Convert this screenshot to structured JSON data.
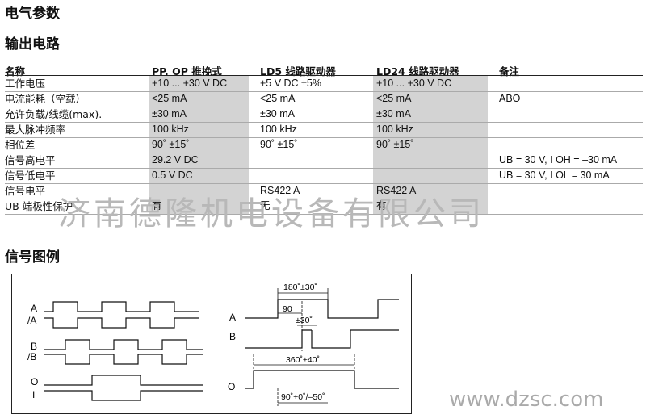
{
  "section_titles": {
    "electrical": "电气参数",
    "output": "输出电路",
    "signal": "信号图例"
  },
  "table": {
    "headers": [
      "名称",
      "PP, OP 推挽式",
      "LD5 线路驱动器",
      "LD24 线路驱动器",
      "备注"
    ],
    "rows": [
      [
        "工作电压",
        "+10 ... +30 V DC",
        "+5 V DC ±5%",
        "+10 ... +30 V DC",
        ""
      ],
      [
        "电流能耗（空载）",
        "<25 mA",
        "<25 mA",
        "<25 mA",
        "ABO"
      ],
      [
        "允许负载/线缆(max).",
        "±30 mA",
        "±30 mA",
        "±30 mA",
        ""
      ],
      [
        "最大脉冲频率",
        "100 kHz",
        "100 kHz",
        "100 kHz",
        ""
      ],
      [
        "相位差",
        "90˚ ±15˚",
        "90˚ ±15˚",
        "90˚ ±15˚",
        ""
      ],
      [
        "信号高电平",
        "29.2 V DC",
        "",
        "",
        "UB = 30 V, I OH = –30 mA"
      ],
      [
        "信号低电平",
        "0.5 V DC",
        "",
        "",
        "UB = 30 V, I OL = 30 mA"
      ],
      [
        "信号电平",
        "",
        "RS422 A",
        "RS422 A",
        ""
      ],
      [
        "UB 端极性保护",
        "有",
        "无",
        "有",
        ""
      ]
    ]
  },
  "diagram": {
    "left_labels": [
      "A",
      "/A",
      "B",
      "/B",
      "O",
      "I"
    ],
    "right_labels": [
      "A",
      "B",
      "O"
    ],
    "annotations": [
      "180˚±30˚",
      "90",
      "±30˚",
      "360˚±40˚",
      "90˚+0˚/–50˚"
    ]
  },
  "watermark": "济南德隆机电设备有限公司",
  "watermark_url": "www.dzsc.com"
}
